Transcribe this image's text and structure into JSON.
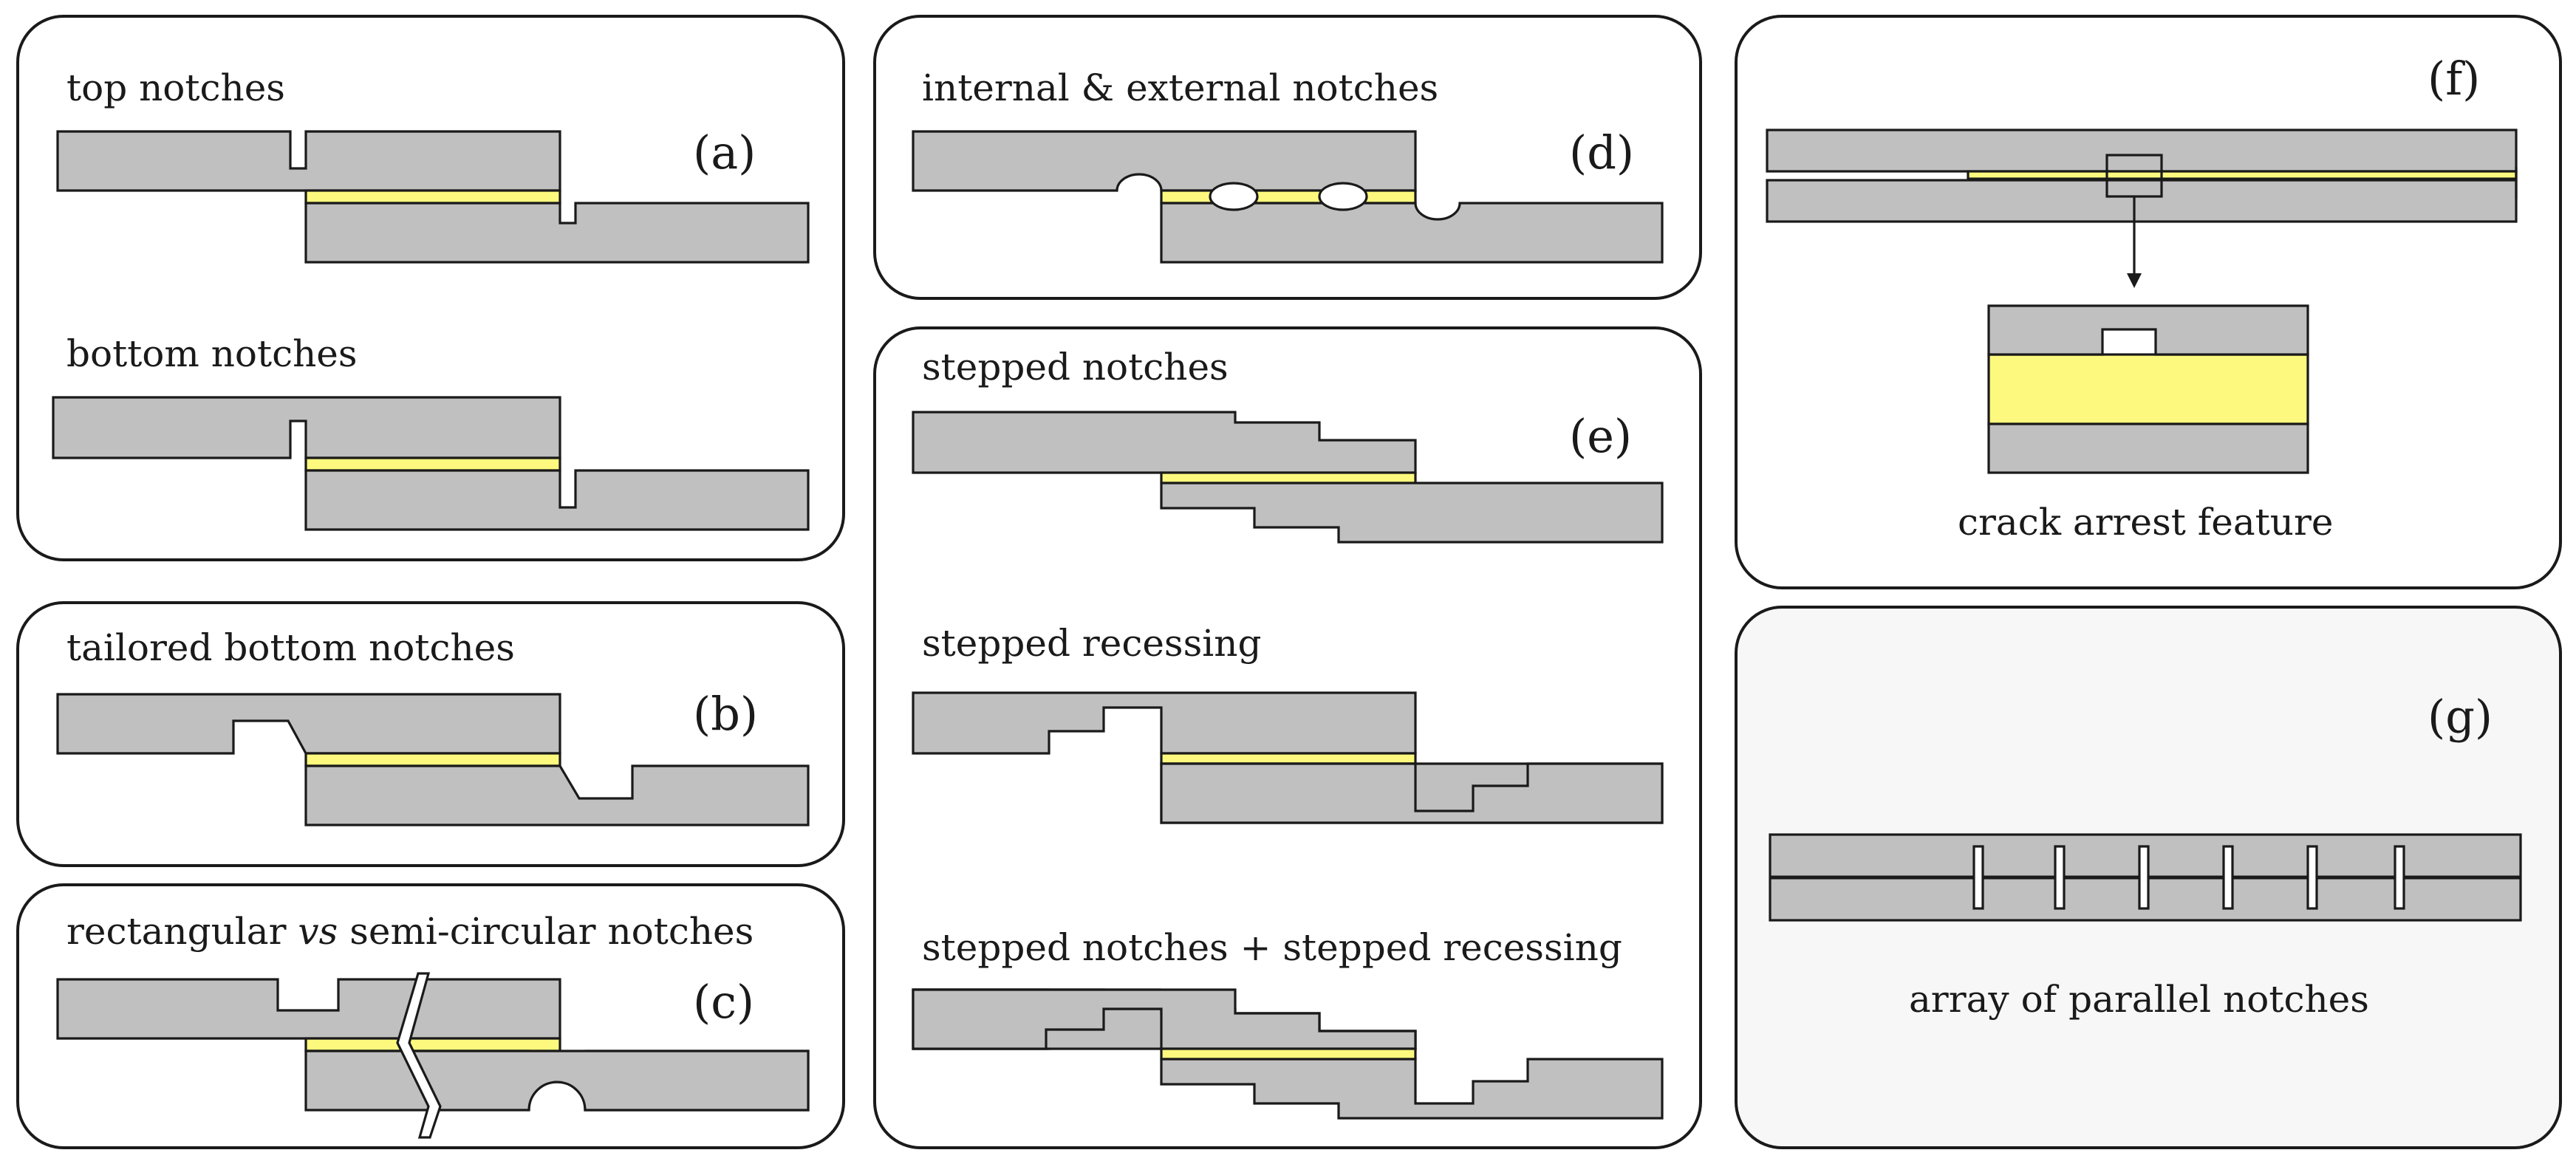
{
  "panels": {
    "a": {
      "tag": "(a)",
      "label_top": "top notches",
      "label_bottom": "bottom notches"
    },
    "b": {
      "tag": "(b)",
      "label": "tailored bottom notches"
    },
    "c": {
      "tag": "(c)",
      "label_pre": "rectangular ",
      "label_vs": "vs",
      "label_post": " semi-circular notches"
    },
    "d": {
      "tag": "(d)",
      "label": "internal & external notches"
    },
    "e": {
      "tag": "(e)",
      "label_1": "stepped notches",
      "label_2": "stepped recessing",
      "label_3": "stepped notches + stepped recessing"
    },
    "f": {
      "tag": "(f)",
      "label": "crack arrest feature"
    },
    "g": {
      "tag": "(g)",
      "label": "array of parallel notches"
    }
  },
  "colors": {
    "adherend": "#c0c0c0",
    "adhesive": "#fdf97e",
    "outline": "#1a1a1a",
    "panel_g_background": "#f7f7f7"
  }
}
